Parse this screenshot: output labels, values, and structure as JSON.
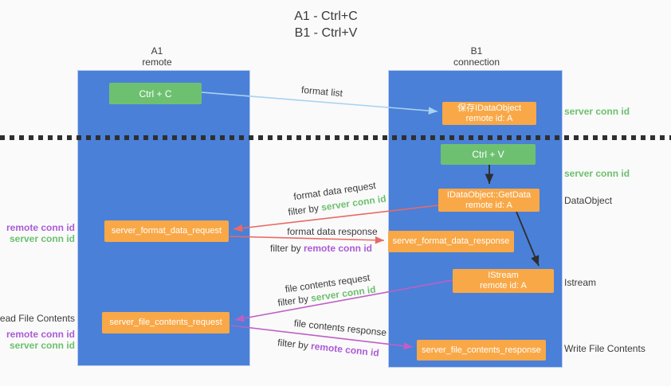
{
  "title": {
    "line1": "A1 - Ctrl+C",
    "line2": "B1 - Ctrl+V"
  },
  "columns": {
    "left": {
      "name": "A1",
      "role": "remote"
    },
    "right": {
      "name": "B1",
      "role": "connection"
    }
  },
  "boxes": {
    "ctrl_c": "Ctrl + C",
    "ctrl_v": "Ctrl + V",
    "save_idataobject": {
      "line1": "保存IDataObject",
      "line2": "remote id: A"
    },
    "getdata": {
      "line1": "IDataObject::GetData",
      "line2": "remote id: A"
    },
    "istream": {
      "line1": "IStream",
      "line2": "remote id: A"
    },
    "format_request": "server_format_data_request",
    "format_response": "server_format_data_response",
    "file_request": "server_file_contents_request",
    "file_response": "server_file_contents_response"
  },
  "flow_labels": {
    "format_list": "format list",
    "format_data_request": "format data request",
    "filter1_prefix": "filter by ",
    "filter1_value": "server conn id",
    "format_data_response": "format data response",
    "filter2_prefix": "filter by ",
    "filter2_value": "remote conn id",
    "file_contents_request": "file contents request",
    "filter3_prefix": "filter by ",
    "filter3_value": "server conn id",
    "file_contents_response": "file contents response",
    "filter4_prefix": "filter by ",
    "filter4_value": "remote conn id"
  },
  "side_labels": {
    "right_server_conn_id_1": "server conn id",
    "right_server_conn_id_2": "server conn id",
    "dataobject": "DataObject",
    "istream": "Istream",
    "write_file_contents": "Write File Contents",
    "left_remote_conn_id_1": "remote conn id",
    "left_server_conn_id_1": "server conn id",
    "read_file_contents": "Read File Contents",
    "left_remote_conn_id_2": "remote conn id",
    "left_server_conn_id_2": "server conn id"
  },
  "colors": {
    "background": "#fafafa",
    "lifeline_blue": "#4a80d8",
    "node_green": "#6ec071",
    "node_orange": "#f9a847",
    "text_dark": "#3b3b3b",
    "text_green": "#6cc06e",
    "text_purple": "#ab5bd6",
    "arrow_light_blue": "#a8d2f0",
    "arrow_red": "#e96a62",
    "arrow_magenta": "#bf5fc4",
    "arrow_black": "#2e2e2e"
  }
}
